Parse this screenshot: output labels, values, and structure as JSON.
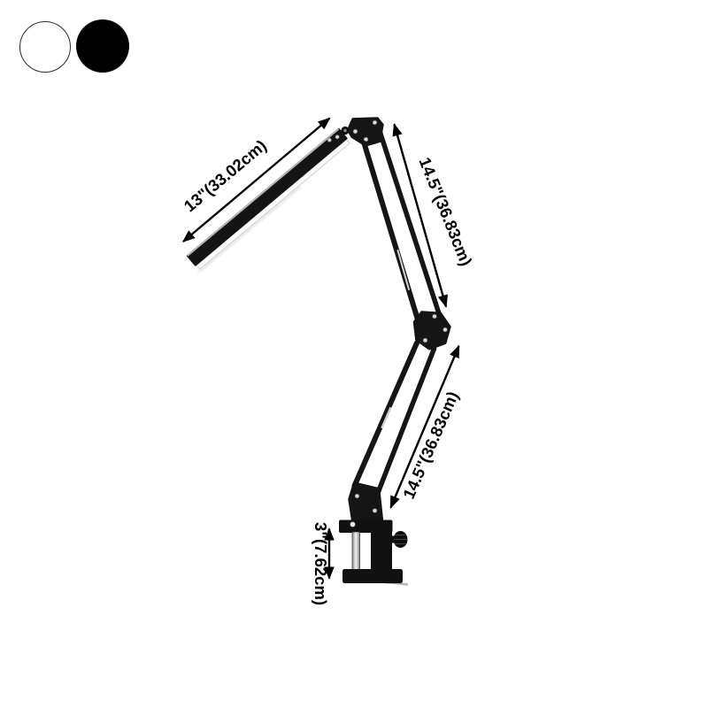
{
  "product": {
    "type": "swing-arm desk lamp with clamp mount",
    "selected_color": "black"
  },
  "color_options": [
    {
      "name": "white",
      "hex": "#ffffff",
      "outline": "#2b2b2b"
    },
    {
      "name": "black",
      "hex": "#000000"
    }
  ],
  "dimensions": {
    "lamp_head": {
      "label": "13\"(33.02cm)"
    },
    "upper_arm": {
      "label": "14.5\"(36.83cm)"
    },
    "lower_arm": {
      "label": "14.5\"(36.83cm)"
    },
    "clamp_height": {
      "label": "3\"(7.62cm)"
    }
  },
  "colors": {
    "background": "#ffffff",
    "annotation": "#000000",
    "lamp_body": "#141414",
    "led_strip": "#fbfbfb",
    "metal_highlight": "#b4b4b4"
  }
}
